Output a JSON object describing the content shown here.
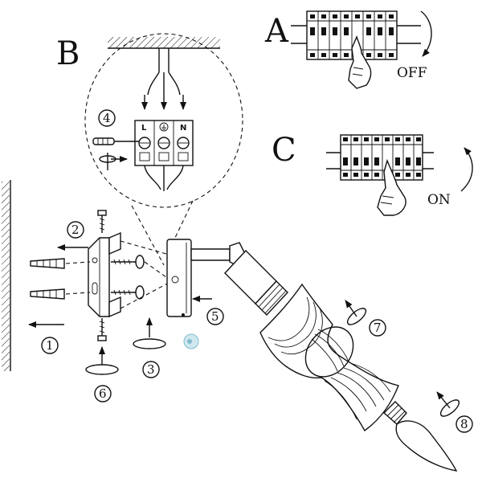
{
  "panels": {
    "a": {
      "letter": "A",
      "state": "OFF"
    },
    "b": {
      "letter": "B"
    },
    "c": {
      "letter": "C",
      "state": "ON"
    }
  },
  "terminals": {
    "live": "L",
    "neutral": "N",
    "earth_icon": "earth-ground-icon"
  },
  "steps": [
    "1",
    "2",
    "3",
    "4",
    "5",
    "6",
    "7",
    "8"
  ]
}
